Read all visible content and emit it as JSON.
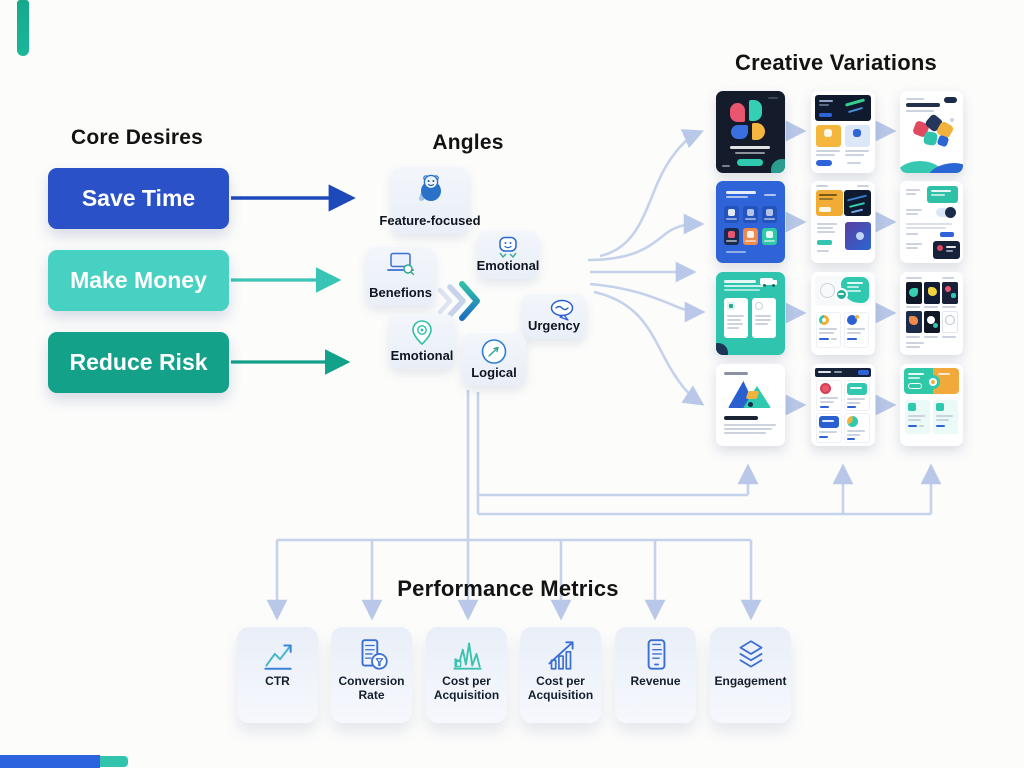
{
  "headings": {
    "core_desires": "Core Desires",
    "angles": "Angles",
    "creative_variations": "Creative Variations",
    "performance_metrics": "Performance Metrics"
  },
  "core_desires": {
    "items": [
      {
        "label": "Save Time",
        "color": "#2b51c8"
      },
      {
        "label": "Make Money",
        "color": "#47d1c2"
      },
      {
        "label": "Reduce Risk",
        "color": "#13a189"
      }
    ]
  },
  "angles": {
    "items": [
      {
        "label": "Feature-focused",
        "icon": "mascot-icon"
      },
      {
        "label": "Benefions",
        "icon": "laptop-search-icon"
      },
      {
        "label": "Emotional",
        "icon": "face-badge-icon"
      },
      {
        "label": "Urgency",
        "icon": "chat-bubble-icon"
      },
      {
        "label": "Emotional",
        "icon": "map-pin-icon"
      },
      {
        "label": "Logical",
        "icon": "pen-circle-icon"
      }
    ]
  },
  "creative_variations": {
    "grid": {
      "rows": 4,
      "cols": 3
    },
    "cards": [
      {
        "id": "r1c1",
        "variant": "dark-brand-cover"
      },
      {
        "id": "r1c2",
        "variant": "hero-two-options"
      },
      {
        "id": "r1c3",
        "variant": "headline-shapes-wave"
      },
      {
        "id": "r2c1",
        "variant": "blue-feature-grid"
      },
      {
        "id": "r2c2",
        "variant": "split-promo-panels"
      },
      {
        "id": "r2c3",
        "variant": "settings-toggle-panel"
      },
      {
        "id": "r3c1",
        "variant": "teal-delivery-cards"
      },
      {
        "id": "r3c2",
        "variant": "onboarding-compare"
      },
      {
        "id": "r3c3",
        "variant": "image-tile-gallery"
      },
      {
        "id": "r4c1",
        "variant": "abstract-landscape-article"
      },
      {
        "id": "r4c2",
        "variant": "four-product-tiles"
      },
      {
        "id": "r4c3",
        "variant": "split-offer-cards"
      }
    ]
  },
  "performance_metrics": {
    "items": [
      {
        "label": "CTR",
        "icon": "line-chart-icon"
      },
      {
        "label": "Conversion Rate",
        "icon": "document-funnel-icon"
      },
      {
        "label": "Cost per Acquisition",
        "icon": "area-chart-icon"
      },
      {
        "label": "Cost per Acquisition",
        "icon": "bar-chart-icon"
      },
      {
        "label": "Revenue",
        "icon": "phone-receipt-icon"
      },
      {
        "label": "Engagement",
        "icon": "layers-icon"
      }
    ]
  },
  "palette": {
    "desire_blue": "#2b51c8",
    "desire_teal": "#47d1c2",
    "desire_green": "#13a189",
    "arrow_blue": "#1e49bb",
    "arrow_teal": "#38c5b5",
    "arrow_green": "#12a189",
    "connector_light": "#c5d2ec",
    "accent_navy": "#141b2b",
    "accent_blue": "#2f63d8",
    "accent_teal": "#2fc9b0",
    "accent_yellow": "#f2b23e",
    "accent_pink": "#e8566f",
    "icon_blue": "#3b6fd4"
  }
}
